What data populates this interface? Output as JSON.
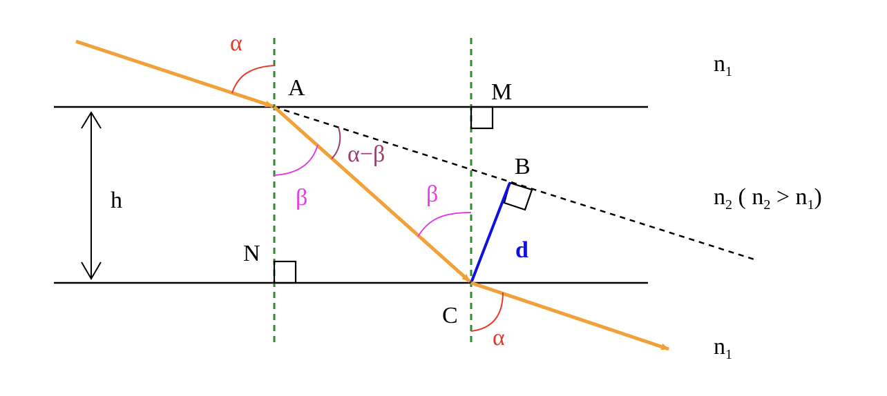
{
  "colors": {
    "ray": "#f2a13a",
    "normal": "#2e8b2e",
    "boundary": "#000000",
    "offset": "#1010e0",
    "angle_alpha": "#e53a2c",
    "angle_beta": "#e23ee6",
    "angle_diff": "#9c3d6e"
  },
  "labels": {
    "point_a": "A",
    "point_m": "M",
    "point_b": "B",
    "point_n": "N",
    "point_c": "C",
    "height": "h",
    "offset": "d",
    "alpha_incident": "α",
    "alpha_exit": "α",
    "beta_at_a": "β",
    "beta_at_c": "β",
    "alpha_minus_beta": "α−β"
  },
  "media": {
    "top": {
      "symbol": "n",
      "sub": "1"
    },
    "middle": {
      "symbol": "n",
      "sub": "2",
      "condition_open": " ( ",
      "condition_left": "n",
      "condition_left_sub": "2",
      "condition_op": " > ",
      "condition_right": "n",
      "condition_right_sub": "1",
      "condition_close": ")"
    },
    "bottom": {
      "symbol": "n",
      "sub": "1"
    }
  }
}
